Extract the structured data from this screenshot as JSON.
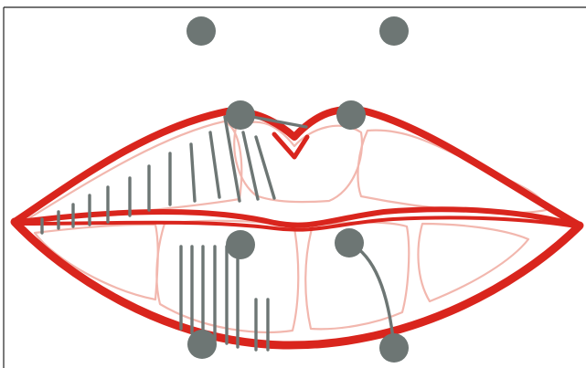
{
  "diagram": {
    "subject": "lip-filler-injection-map",
    "colors": {
      "lip_outline": "#d9251d",
      "zone_outline": "#f2b7ae",
      "injection_marker": "#6d7674",
      "background": "#ffffff"
    },
    "markers": [
      {
        "id": "reference-point-left"
      },
      {
        "id": "reference-point-right"
      },
      {
        "id": "upper-lip-peak-left"
      },
      {
        "id": "upper-lip-peak-right"
      },
      {
        "id": "lower-lip-inner-left"
      },
      {
        "id": "lower-lip-inner-right"
      },
      {
        "id": "lower-lip-border-left"
      },
      {
        "id": "lower-lip-border-right"
      }
    ],
    "zones": [
      {
        "id": "upper-lip-left-zone"
      },
      {
        "id": "upper-lip-center-zone"
      },
      {
        "id": "upper-lip-right-zone"
      },
      {
        "id": "lower-lip-left-zone"
      },
      {
        "id": "lower-lip-center-left-zone"
      },
      {
        "id": "lower-lip-center-right-zone"
      },
      {
        "id": "lower-lip-right-zone"
      }
    ]
  }
}
